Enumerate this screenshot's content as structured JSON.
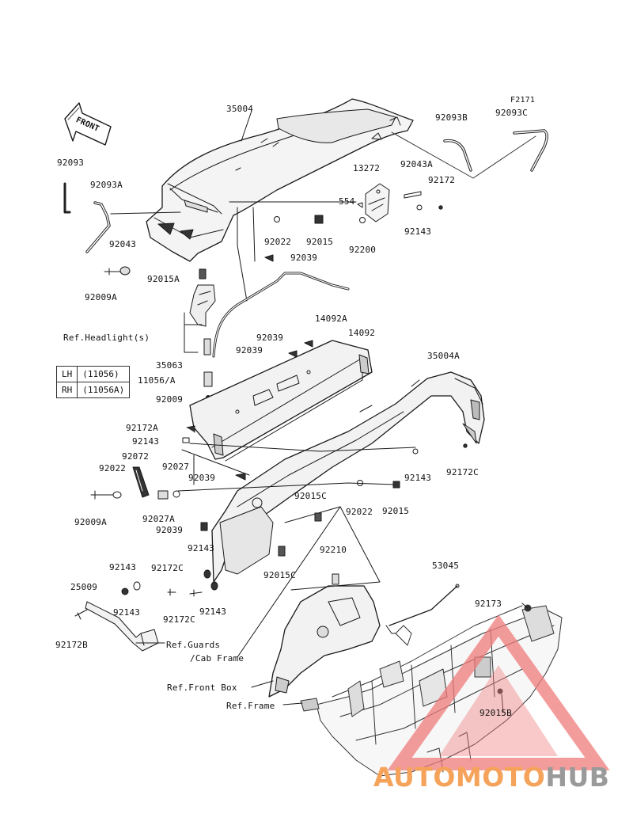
{
  "figure_code": "F2171",
  "front_arrow_label": "FRONT",
  "parts": {
    "p35004": "35004",
    "p92093B": "92093B",
    "p92093C": "92093C",
    "p92093": "92093",
    "p92093A": "92093A",
    "p13272": "13272",
    "p92043A": "92043A",
    "p92172_top": "92172",
    "p554": "554",
    "p92143_top": "92143",
    "p92022_top": "92022",
    "p92015_top": "92015",
    "p92200": "92200",
    "p92043": "92043",
    "p92039_top": "92039",
    "p92009A_top": "92009A",
    "p92015A": "92015A",
    "p14092A": "14092A",
    "p14092": "14092",
    "p92039_a": "92039",
    "p92039_b": "92039",
    "p35004A": "35004A",
    "p35063": "35063",
    "p11056A": "11056/A",
    "p92009": "92009",
    "p92172A": "92172A",
    "p92143_mid": "92143",
    "p92072": "92072",
    "p92022_left": "92022",
    "p92027": "92027",
    "p92039_mid": "92039",
    "p92143_right": "92143",
    "p92172C_right": "92172C",
    "p92009A_left": "92009A",
    "p92027A": "92027A",
    "p92015C_a": "92015C",
    "p92022_center": "92022",
    "p92015_center": "92015",
    "p92039_low": "92039",
    "p92143_low": "92143",
    "p92143_left": "92143",
    "p92172C_a": "92172C",
    "p92015C_b": "92015C",
    "p92210": "92210",
    "p53045": "53045",
    "p25009": "25009",
    "p92143_c": "92143",
    "p92172C_b": "92172C",
    "p92143_d": "92143",
    "p92173": "92173",
    "p92172B": "92172B",
    "p92015B": "92015B"
  },
  "refs": {
    "headlight": "Ref.Headlight(s)",
    "guards_1": "Ref.Guards",
    "guards_2": "/Cab Frame",
    "front_box": "Ref.Front Box",
    "frame": "Ref.Frame"
  },
  "headlight_table": {
    "rows": [
      {
        "side": "LH",
        "part": "(11056)"
      },
      {
        "side": "RH",
        "part": "(11056A)"
      }
    ]
  },
  "watermark": {
    "part1": "AUTOMOTO",
    "part2": "HUB",
    "color_accent": "#f5a35a",
    "color_gray": "#9a9a9a",
    "triangle_color": "#f07b7b"
  }
}
